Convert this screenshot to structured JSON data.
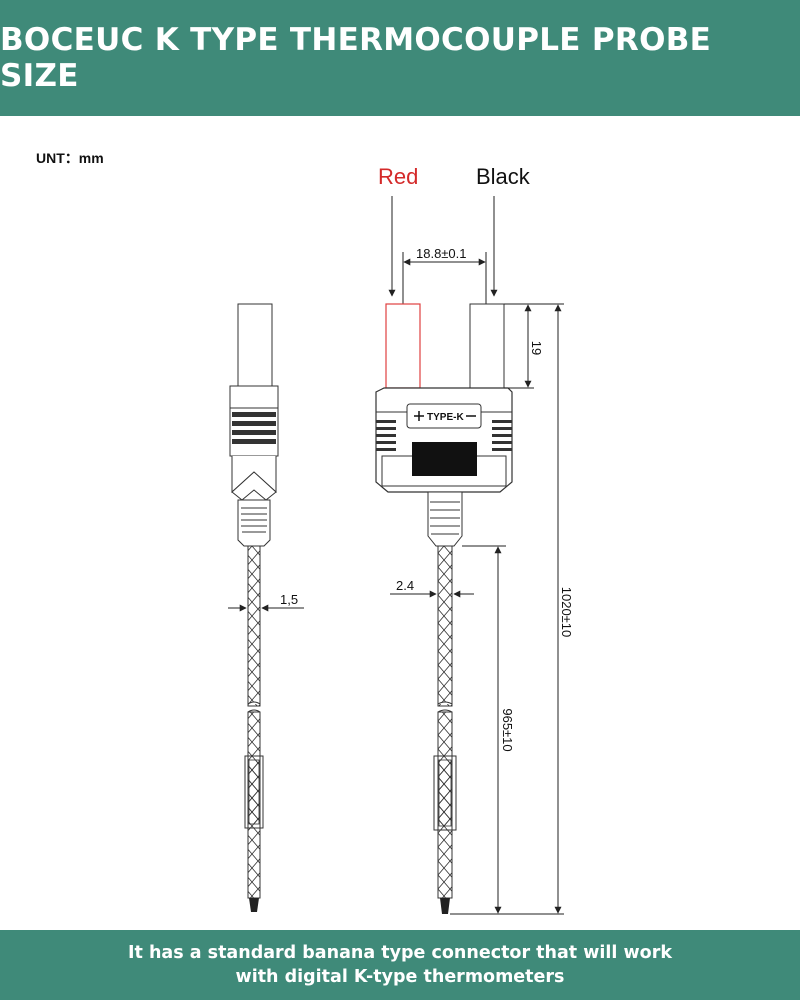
{
  "header": {
    "title": "BOCEUC K TYPE THERMOCOUPLE PROBE SIZE"
  },
  "unit_label": "UNT：mm",
  "labels": {
    "red": "Red",
    "black": "Black",
    "connector_marking": "TYPE-K"
  },
  "dimensions": {
    "pin_spacing": "18.8±0.1",
    "pin_length": "19",
    "total_length": "1020±10",
    "cable_length": "965±10",
    "side_wire_width": "1,5",
    "front_wire_width": "2.4"
  },
  "footer": {
    "line1": "It has a standard banana type connector that will work",
    "line2": "with digital K-type thermometers"
  },
  "colors": {
    "banner": "#3f8a79",
    "red_label": "#d42a2a",
    "red_pin": "#e04040"
  }
}
